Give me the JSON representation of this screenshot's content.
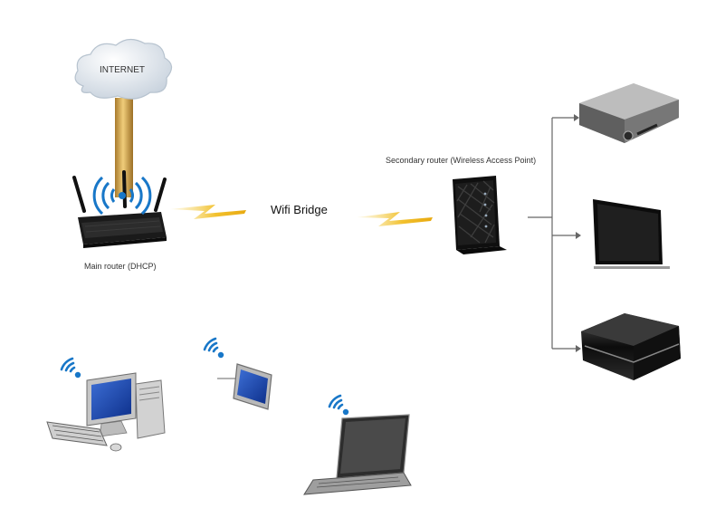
{
  "labels": {
    "internet": "INTERNET",
    "wifi_bridge": "Wifi Bridge",
    "main_router": "Main router (DHCP)",
    "secondary_router": "Secondary router (Wireless Access Point)"
  },
  "colors": {
    "cloud": "#dfe6ee",
    "pillar": "#d1a34e",
    "lightning": "#f2c12e",
    "wifi_blue": "#1877c8",
    "device_dark": "#1a1a1a",
    "connector_line": "#666666"
  },
  "icons": [
    "cloud-icon",
    "router-icon",
    "lightning-icon",
    "wifi-icon",
    "media-player-icon",
    "tv-icon",
    "game-console-icon",
    "desktop-computer-icon",
    "tablet-icon",
    "laptop-icon"
  ]
}
